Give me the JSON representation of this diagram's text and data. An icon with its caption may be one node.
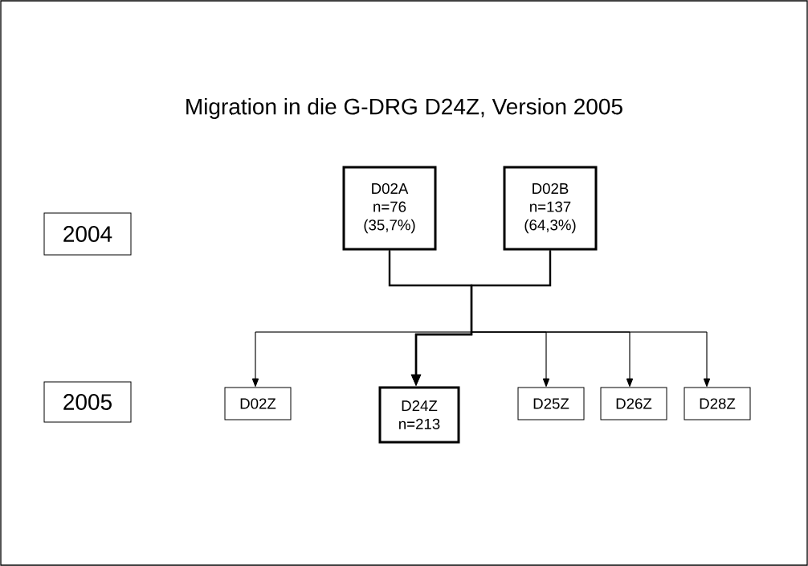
{
  "diagram": {
    "title": "Migration in die G-DRG D24Z, Version 2005",
    "nodes": [
      {
        "text": [
          "2004"
        ]
      },
      {
        "text": [
          "D02A",
          "n=76",
          "(35,7%)"
        ]
      },
      {
        "text": [
          "D02B",
          "n=137",
          "(64,3%)"
        ]
      },
      {
        "text": [
          "2005"
        ]
      },
      {
        "text": [
          "D02Z"
        ]
      },
      {
        "text": [
          "D24Z",
          "n=213"
        ]
      },
      {
        "text": [
          "D25Z"
        ]
      },
      {
        "text": [
          "D26Z"
        ]
      },
      {
        "text": [
          "D28Z"
        ]
      }
    ],
    "edges": [
      {
        "from": 1,
        "to": 5,
        "arrow": "to",
        "style": "thick"
      },
      {
        "from": 2,
        "to": 5,
        "arrow": "to",
        "style": "thick"
      },
      {
        "from": 1,
        "to": 4,
        "arrow": "to"
      },
      {
        "from": 2,
        "to": 4,
        "arrow": "to"
      },
      {
        "from": 1,
        "to": 6,
        "arrow": "to"
      },
      {
        "from": 2,
        "to": 6,
        "arrow": "to"
      },
      {
        "from": 1,
        "to": 7,
        "arrow": "to"
      },
      {
        "from": 2,
        "to": 7,
        "arrow": "to"
      },
      {
        "from": 1,
        "to": 8,
        "arrow": "to"
      },
      {
        "from": 2,
        "to": 8,
        "arrow": "to"
      }
    ]
  }
}
